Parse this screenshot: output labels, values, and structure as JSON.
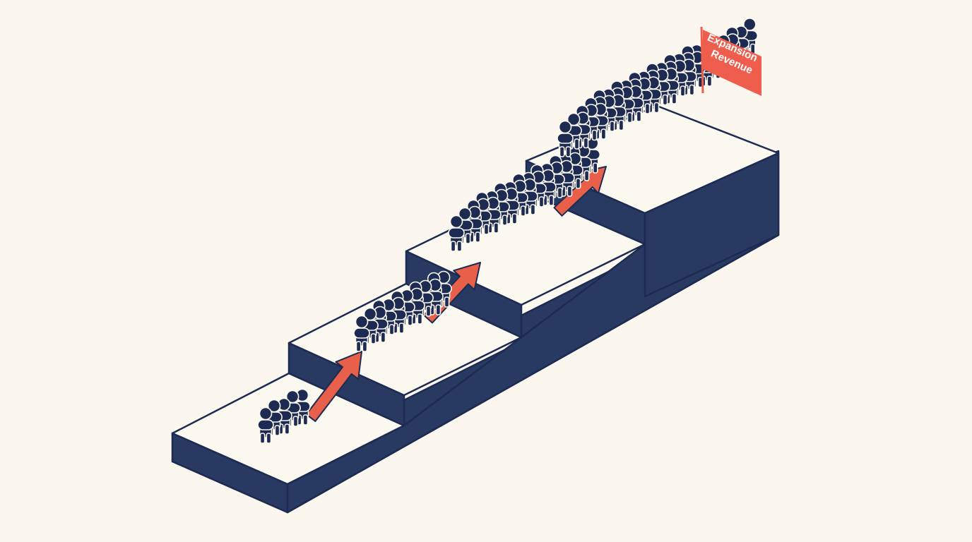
{
  "flag": {
    "line1": "Expansion",
    "line2": "Revenue"
  },
  "colors": {
    "background": "#fbf7ee",
    "step_top": "#fbf8f0",
    "step_side": "#283a62",
    "people": "#1d2b52",
    "arrow": "#e8604a",
    "flag": "#ef5d4c"
  },
  "steps": [
    {
      "level": 1,
      "people_count": 5
    },
    {
      "level": 2,
      "people_count": 14
    },
    {
      "level": 3,
      "people_count": 28
    },
    {
      "level": 4,
      "people_count": 46
    }
  ],
  "arrows": [
    {
      "from_step": 1,
      "to_step": 2
    },
    {
      "from_step": 2,
      "to_step": 3
    },
    {
      "from_step": 3,
      "to_step": 4
    }
  ]
}
